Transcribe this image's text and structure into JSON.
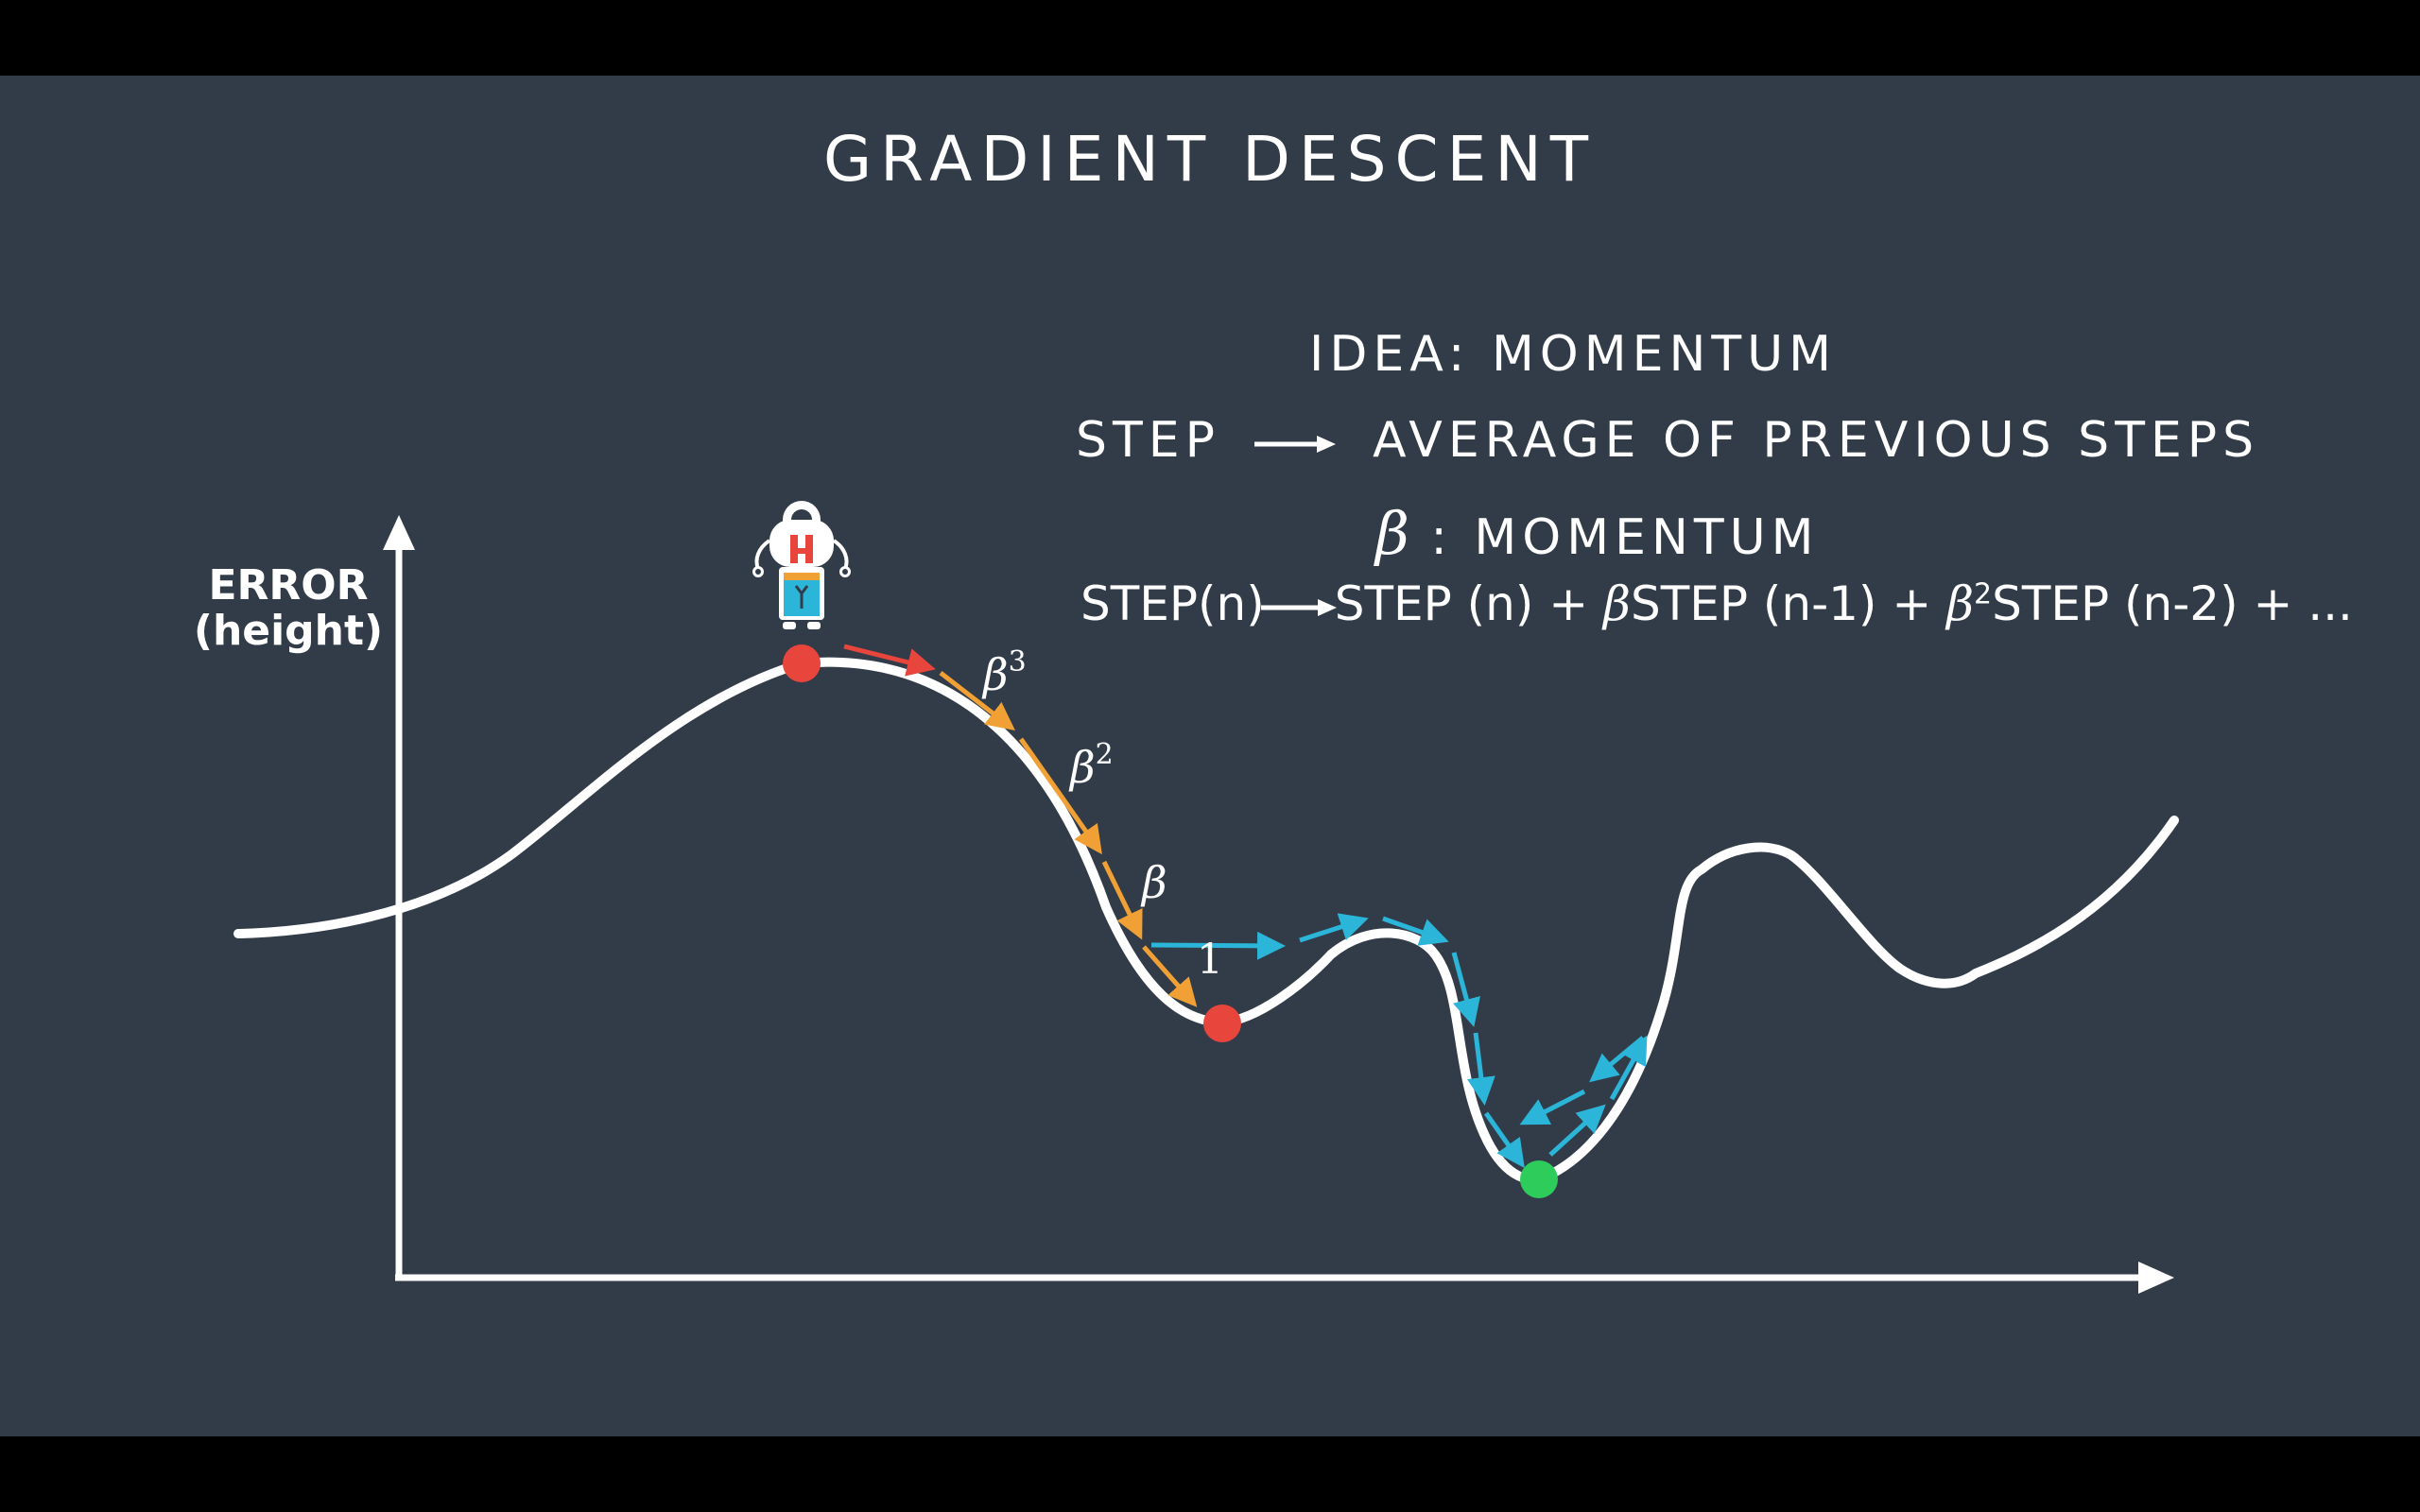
{
  "slide": {
    "title": "GRADIENT DESCENT",
    "idea": "IDEA: MOMENTUM",
    "step_label": "STEP",
    "step_result": "AVERAGE OF PREVIOUS STEPS",
    "beta_symbol": "β",
    "beta_def": ": MOMENTUM",
    "formula": {
      "lhs": "STEP(n)",
      "t1": "STEP (n) + ",
      "b1": "β",
      "t2": "STEP (n-1) + ",
      "b2": "β",
      "b2_exp": "2",
      "t3": "STEP (n-2) + ..."
    }
  },
  "axes": {
    "y_label_line1": "ERROR",
    "y_label_line2": "(height)"
  },
  "annotations": {
    "beta3": "β",
    "beta3_exp": "3",
    "beta2": "β",
    "beta2_exp": "2",
    "beta1": "β",
    "one": "1"
  },
  "colors": {
    "background": "#323c48",
    "curve": "#ffffff",
    "start_point": "#e8453c",
    "end_point": "#e8453c",
    "minimum_point": "#2ecc5a",
    "first_step_arrow": "#e8453c",
    "momentum_arrows": "#f0a035",
    "descent_arrows": "#2bb5d8"
  },
  "icons": {
    "robot": "robot-icon"
  }
}
